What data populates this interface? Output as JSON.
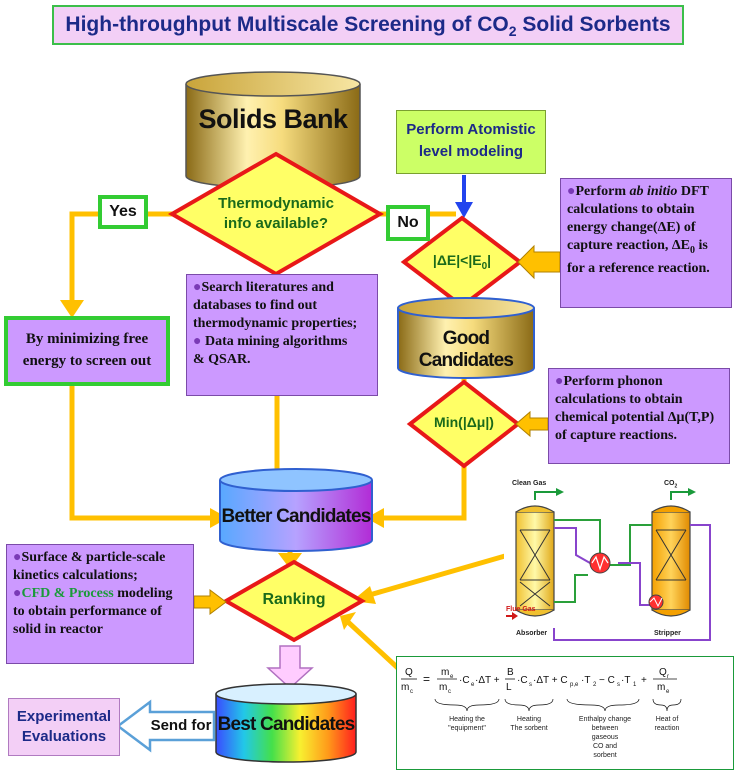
{
  "title": "High-throughput Multiscale Screening of CO",
  "title_sub": "2",
  "title_tail": " Solid Sorbents",
  "solids_bank": "Solids Bank",
  "thermo_q_line1": "Thermodynamic",
  "thermo_q_line2": "info available?",
  "yes": "Yes",
  "no": "No",
  "atomistic_line1": "Perform Atomistic",
  "atomistic_line2": "level modeling",
  "dft_box": {
    "l1a": "Perform ",
    "l1b": "ab initio",
    "l1c": " DFT",
    "l2": "calculations to obtain",
    "l3": "energy change(ΔE) of",
    "l4": "capture reaction, ΔE",
    "l4sub": "0",
    "l4tail": " is",
    "l5": "for a reference reaction."
  },
  "deltaE_cond": "|ΔE|<|E",
  "deltaE_sub": "0",
  "deltaE_tail": "|",
  "good_candidates": "Good Candidates",
  "search_box": {
    "l1": "Search literatures and",
    "l2": "databases to find out",
    "l3": "thermodynamic properties;",
    "l4": "Data mining algorithms",
    "l5": "& QSAR."
  },
  "minimize_line1": "By minimizing  free",
  "minimize_line2": "energy to screen out",
  "phonon_box": {
    "l1": "Perform phonon",
    "l2": "calculations to obtain",
    "l3": "chemical potential Δμ(T,P)",
    "l4": "of capture reactions."
  },
  "min_mu": "Min(|Δμ|)",
  "better_candidates": "Better Candidates",
  "kinetics_box": {
    "l1": "Surface & particle-scale",
    "l2": "kinetics calculations;",
    "l3a": "CFD & Process",
    "l3b": " modeling",
    "l4": "to obtain performance of",
    "l5": "solid in reactor"
  },
  "ranking": "Ranking",
  "best_candidates": "Best Candidates",
  "send_for": "Send for",
  "experimental_line1": "Experimental",
  "experimental_line2": "Evaluations",
  "process": {
    "clean_gas": "Clean Gas",
    "co2": "CO",
    "co2_sub": "2",
    "flue_gas": "Flue Gas",
    "absorber": "Absorber",
    "stripper": "Stripper"
  },
  "equation": {
    "lhs_num": "Q",
    "lhs_den": "m",
    "t1": "Heating the",
    "t1b": "\"equipment\"",
    "t2": "Heating",
    "t2b": "The sorbent",
    "t3": "Enthalpy change",
    "t3b": "between",
    "t3c": "gaseous",
    "t3d": "CO  and",
    "t3e": "sorbent",
    "t4": "Heat of",
    "t4b": "reaction"
  },
  "colors": {
    "arrow_yellow": "#ffc000",
    "diamond_red": "#e81818",
    "diamond_fill": "#ffff66",
    "title_text": "#1c2a88",
    "purple_box": "#cc99ff",
    "green_box": "#ccff66"
  }
}
